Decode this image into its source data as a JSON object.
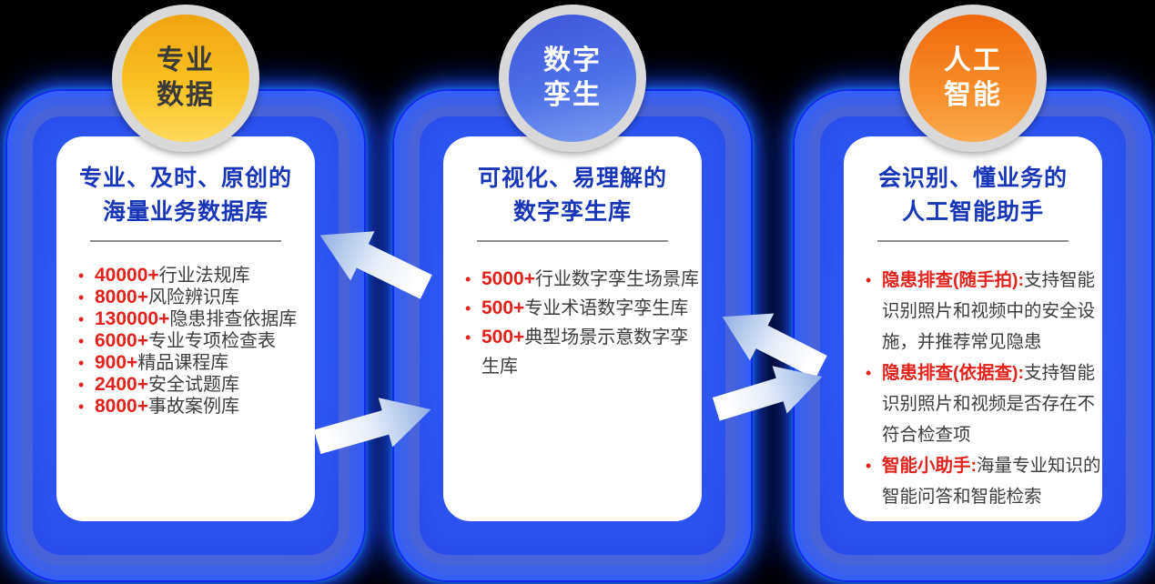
{
  "colors": {
    "background": "#000000",
    "frame_blue": "#2b55f2",
    "title_blue": "#1837b8",
    "accent_red": "#e3221c",
    "badge_yellow": "#f5b91a",
    "badge_blue": "#4e72e8",
    "badge_orange": "#f67d16",
    "ring_gray": "#d9d9d9",
    "body_text": "#3d3d3d"
  },
  "cards": [
    {
      "badge": {
        "line1": "专业",
        "line2": "数据"
      },
      "title": {
        "line1": "专业、及时、原创的",
        "line2": "海量业务数据库"
      },
      "items": [
        {
          "highlight": "40000+",
          "text": "行业法规库"
        },
        {
          "highlight": "8000+",
          "text": "风险辨识库"
        },
        {
          "highlight": "130000+",
          "text": "隐患排查依据库"
        },
        {
          "highlight": "6000+",
          "text": "专业专项检查表"
        },
        {
          "highlight": "900+",
          "text": "精品课程库"
        },
        {
          "highlight": "2400+",
          "text": "安全试题库"
        },
        {
          "highlight": "8000+",
          "text": "事故案例库"
        }
      ]
    },
    {
      "badge": {
        "line1": "数字",
        "line2": "孪生"
      },
      "title": {
        "line1": "可视化、易理解的",
        "line2": "数字孪生库"
      },
      "items": [
        {
          "highlight": "5000+",
          "text": "行业数字孪生场景库"
        },
        {
          "highlight": "500+",
          "text": "专业术语数字孪生库"
        },
        {
          "highlight": "500+",
          "text": "典型场景示意数字孪生库"
        }
      ]
    },
    {
      "badge": {
        "line1": "人工",
        "line2": "智能"
      },
      "title": {
        "line1": "会识别、懂业务的",
        "line2": "人工智能助手"
      },
      "items": [
        {
          "highlight": "隐患排查(随手拍):",
          "text": "支持智能识别照片和视频中的安全设施，并推荐常见隐患"
        },
        {
          "highlight": "隐患排查(依据查):",
          "text": "支持智能识别照片和视频是否存在不符合检查项"
        },
        {
          "highlight": "智能小助手:",
          "text": "海量专业知识的智能问答和智能检索"
        }
      ]
    }
  ]
}
